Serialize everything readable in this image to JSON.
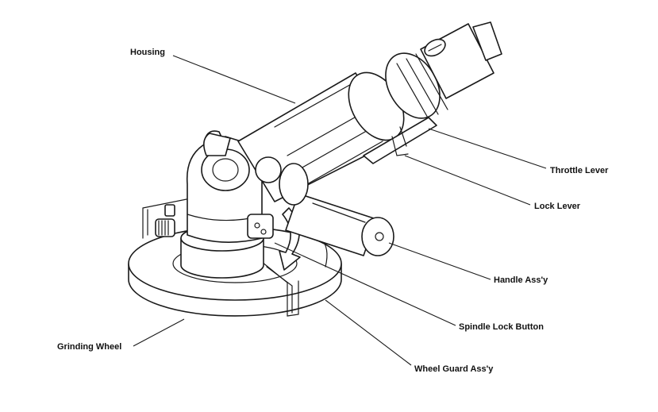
{
  "diagram": {
    "labels": {
      "housing": "Housing",
      "throttle_lever": "Throttle Lever",
      "lock_lever": "Lock Lever",
      "handle_assy": "Handle Ass'y",
      "spindle_lock_button": "Spindle Lock Button",
      "grinding_wheel": "Grinding Wheel",
      "wheel_guard_assy": "Wheel Guard Ass'y"
    },
    "colors": {
      "line": "#1a1a1a",
      "background": "#ffffff"
    }
  }
}
